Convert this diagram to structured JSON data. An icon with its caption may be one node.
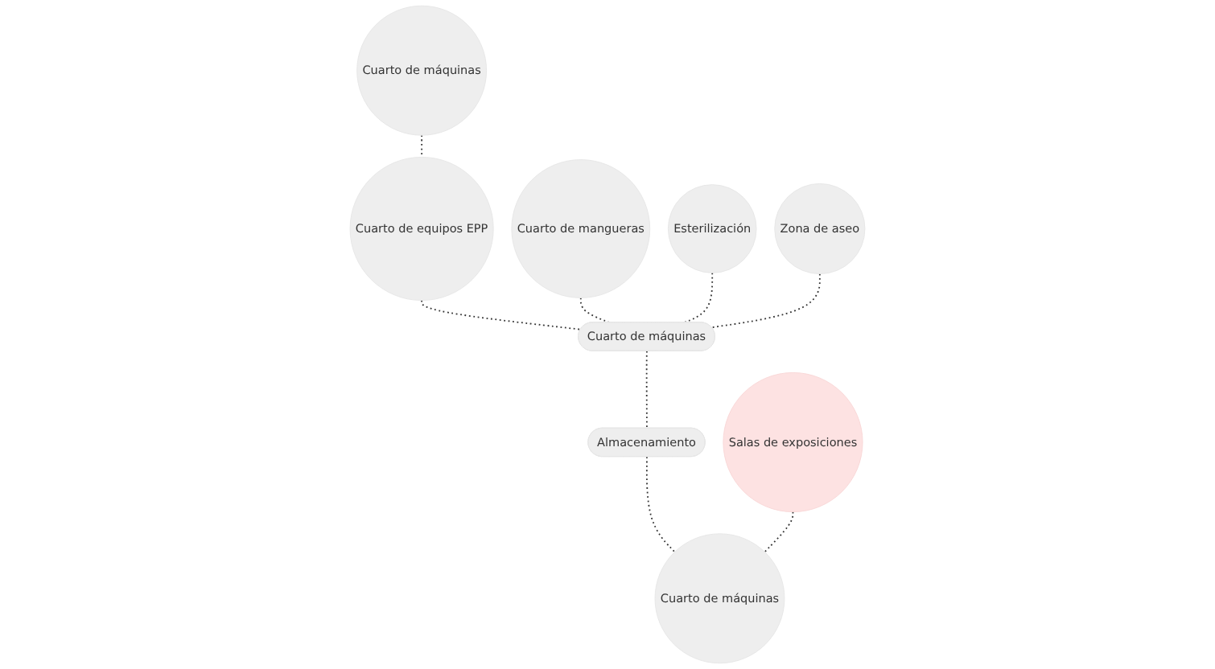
{
  "diagram": {
    "nodes": [
      {
        "text": [
          "Cuarto de máquinas"
        ]
      },
      {
        "text": [
          "Cuarto de equipos EPP"
        ]
      },
      {
        "text": [
          "Cuarto de mangueras"
        ]
      },
      {
        "text": [
          "Esterilización"
        ]
      },
      {
        "text": [
          "Zona de aseo"
        ]
      },
      {
        "text": [
          "Salas de exposiciones"
        ]
      },
      {
        "text": [
          "Cuarto de máquinas"
        ]
      },
      {
        "text": [
          "Almacenamiento"
        ]
      },
      {
        "text": [
          "Cuarto de máquinas"
        ]
      }
    ],
    "edges": [
      {
        "from": 0,
        "to": 1,
        "arrow": "none",
        "style": "dashed"
      },
      {
        "from": 1,
        "to": 6,
        "arrow": "none",
        "style": "dashed"
      },
      {
        "from": 2,
        "to": 6,
        "arrow": "none",
        "style": "dashed"
      },
      {
        "from": 3,
        "to": 6,
        "arrow": "none",
        "style": "dashed"
      },
      {
        "from": 4,
        "to": 6,
        "arrow": "none",
        "style": "dashed"
      },
      {
        "from": 6,
        "to": 7,
        "arrow": "none",
        "style": "dashed"
      },
      {
        "from": 7,
        "to": 8,
        "arrow": "none",
        "style": "dashed"
      },
      {
        "from": 5,
        "to": 8,
        "arrow": "none",
        "style": "dashed"
      }
    ]
  }
}
